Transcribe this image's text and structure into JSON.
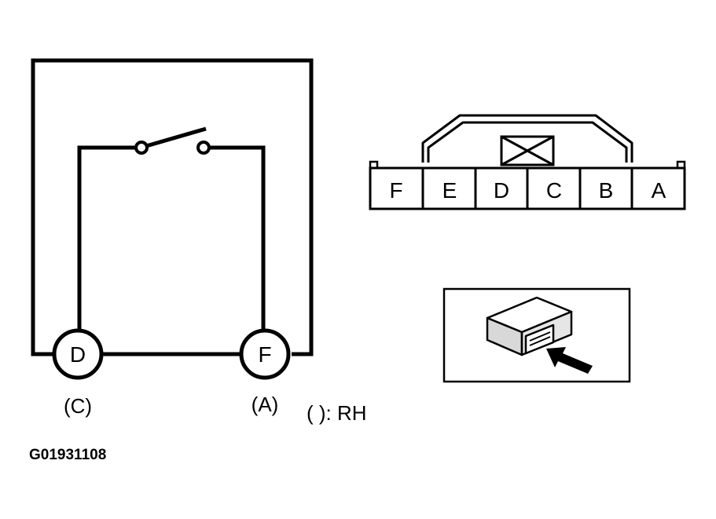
{
  "circuit": {
    "terminal_left": "D",
    "terminal_right": "F",
    "terminal_left_alt": "(C)",
    "terminal_right_alt": "(A)",
    "legend": "( ): RH"
  },
  "connector": {
    "pins": [
      "F",
      "E",
      "D",
      "C",
      "B",
      "A"
    ]
  },
  "figure_code": "G01931108"
}
